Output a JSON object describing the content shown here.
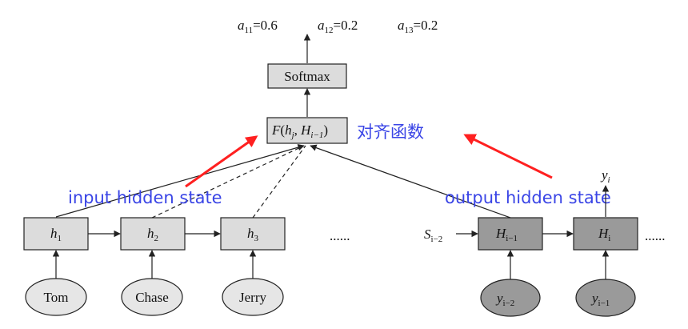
{
  "weights": {
    "a11": {
      "sym": "a",
      "sub": "11",
      "eq": "=0.6"
    },
    "a12": {
      "sym": "a",
      "sub": "12",
      "eq": "=0.2"
    },
    "a13": {
      "sym": "a",
      "sub": "13",
      "eq": "=0.2"
    }
  },
  "softmax_label": "Softmax",
  "align": {
    "fn": "F",
    "open": "(",
    "h": "h",
    "hsub": "j",
    "comma": ", ",
    "H": "H",
    "Hsub": "i−1",
    "close": ")"
  },
  "align_annotation": "对齐函数",
  "input_annotation": "input hidden state",
  "output_annotation": "output hidden state",
  "encoder": [
    {
      "sym": "h",
      "sub": "1"
    },
    {
      "sym": "h",
      "sub": "2"
    },
    {
      "sym": "h",
      "sub": "3"
    }
  ],
  "encoder_ellipsis": "......",
  "inputs": [
    "Tom",
    "Chase",
    "Jerry"
  ],
  "decoder_prev_state": {
    "sym": "S",
    "sub": "i−2"
  },
  "decoder": [
    {
      "sym": "H",
      "sub": "i−1"
    },
    {
      "sym": "H",
      "sub": "i"
    }
  ],
  "decoder_ellipsis": "......",
  "decoder_inputs": [
    {
      "sym": "y",
      "sub": "i−2"
    },
    {
      "sym": "y",
      "sub": "i−1"
    }
  ],
  "decoder_output": {
    "sym": "y",
    "sub": "i"
  }
}
